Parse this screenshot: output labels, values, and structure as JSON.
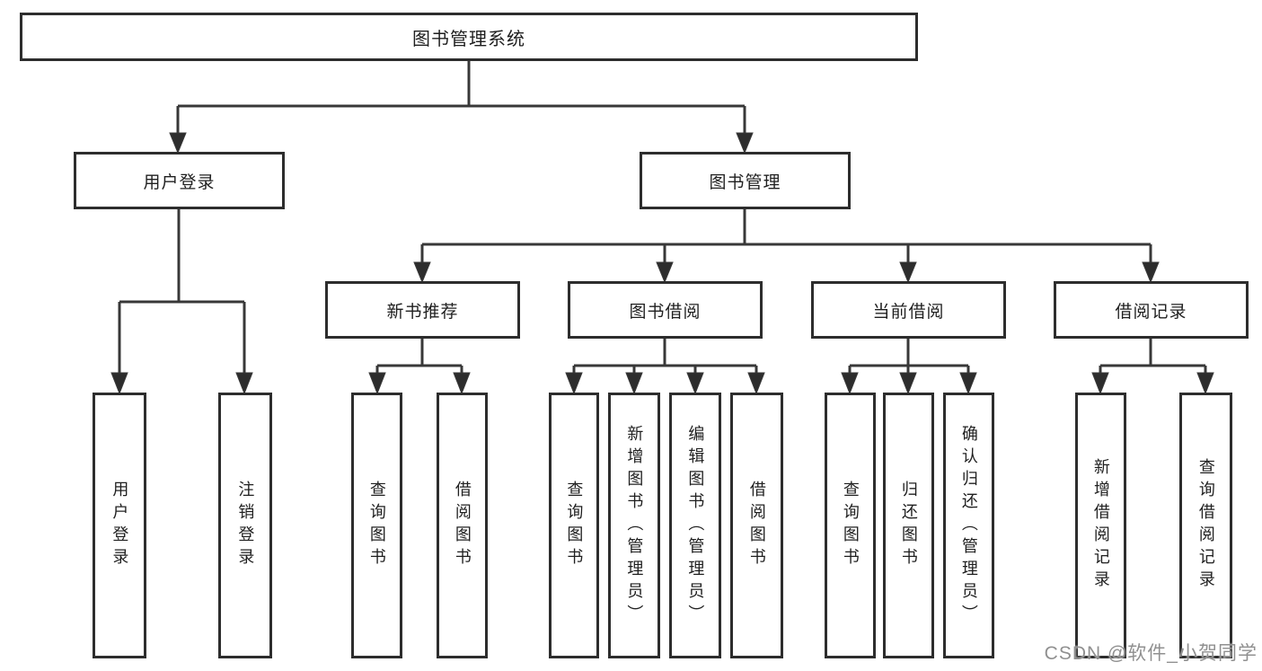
{
  "tree": {
    "root": "图书管理系统",
    "branches": [
      {
        "label": "用户登录",
        "children": [
          "用户登录",
          "注销登录"
        ]
      },
      {
        "label": "图书管理",
        "groups": [
          {
            "label": "新书推荐",
            "children": [
              "查询图书",
              "借阅图书"
            ]
          },
          {
            "label": "图书借阅",
            "children": [
              "查询图书",
              "新增图书（管理员）",
              "编辑图书（管理员）",
              "借阅图书"
            ]
          },
          {
            "label": "当前借阅",
            "children": [
              "查询图书",
              "归还图书",
              "确认归还（管理员）"
            ]
          },
          {
            "label": "借阅记录",
            "children": [
              "新增借阅记录",
              "查询借阅记录"
            ]
          }
        ]
      }
    ]
  },
  "watermark": "CSDN @软件_小贺同学",
  "colors": {
    "line": "#383838",
    "box_border": "#2d2d2d",
    "text": "#1f1f1f",
    "watermark": "#909090",
    "background": "#ffffff"
  }
}
